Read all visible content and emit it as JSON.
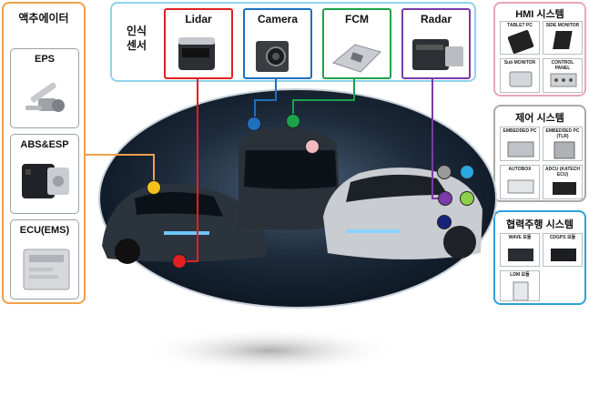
{
  "actuator": {
    "title": "액추에이터",
    "items": [
      {
        "label": "EPS"
      },
      {
        "label": "ABS&ESP"
      },
      {
        "label": "ECU(EMS)"
      }
    ]
  },
  "sensors": {
    "title_line1": "인식",
    "title_line2": "센서",
    "items": [
      {
        "label": "Lidar",
        "color": "#e02020"
      },
      {
        "label": "Camera",
        "color": "#1f6fbf"
      },
      {
        "label": "FCM",
        "color": "#1aa34a"
      },
      {
        "label": "Radar",
        "color": "#7a3aa8"
      }
    ]
  },
  "hmi": {
    "title": "HMI 시스템",
    "items": [
      "TABLET PC",
      "SIDE MONITOR",
      "Sub MONITOR",
      "CONTROL PANEL"
    ],
    "color": "#e8a6b6"
  },
  "control": {
    "title": "제어 시스템",
    "items": [
      "EMBEDDED PC",
      "EMBEDDED PC (TLR)",
      "AUTOBOX",
      "ADCU (KATECH ECU)"
    ],
    "color": "#a9a9a9"
  },
  "coop": {
    "title": "협력주행 시스템",
    "items": [
      "WAVE 모듈",
      "CDGPS 모듈",
      "LDM 모듈"
    ],
    "color": "#2f9fd8"
  },
  "colors": {
    "actuator_border": "#f0a04b",
    "lidar": "#e02020",
    "camera": "#1f6fbf",
    "fcm": "#1aa34a",
    "radar": "#7a3aa8",
    "yellow_dot": "#f2c21a",
    "pink_dot": "#f2b8c0",
    "gray_dot": "#9a9a9a",
    "cyan_dot": "#2aa8e0",
    "lightgreen_dot": "#8cd04a",
    "navy_dot": "#16237a"
  }
}
